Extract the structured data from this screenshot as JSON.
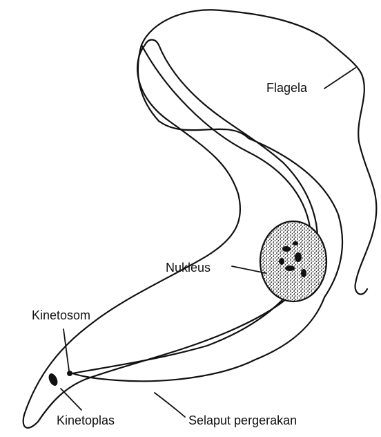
{
  "labels": {
    "flagela": "Flagela",
    "nukleus": "Nukleus",
    "kinetosom": "Kinetosom",
    "kinetoplas": "Kinetoplas",
    "selaput": "Selaput pergerakan"
  },
  "colors": {
    "ink": "#111111",
    "background": "#ffffff"
  }
}
